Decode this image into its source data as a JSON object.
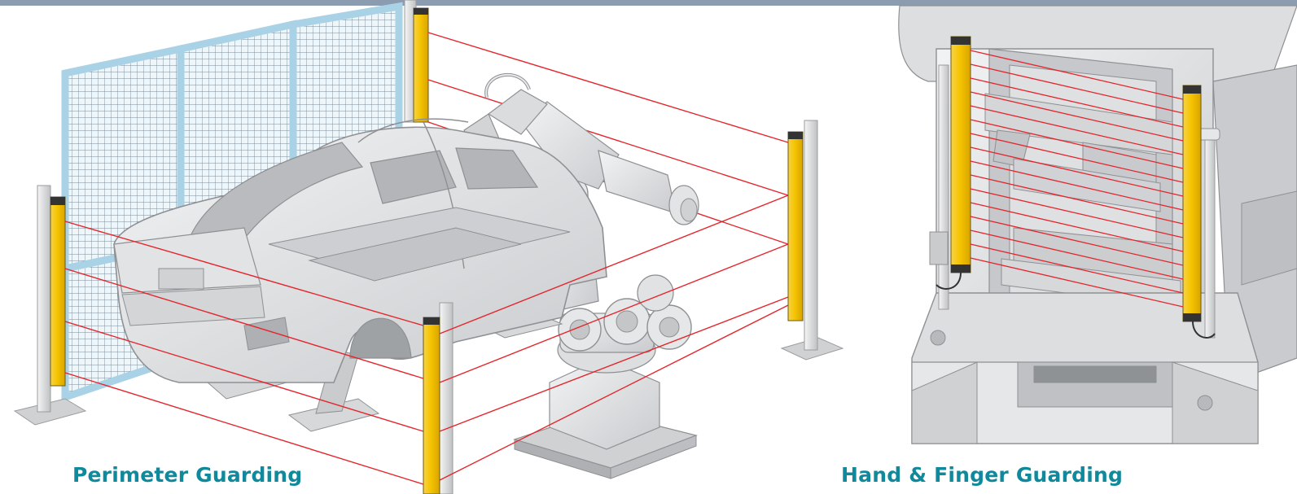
{
  "captions": {
    "left": "Perimeter Guarding",
    "right": "Hand & Finger Guarding"
  },
  "colors": {
    "caption_text": "#0f8a9c",
    "top_bar": "#8c9cb0",
    "beam": "#e4262c",
    "sensor_yellow": "#f5c400",
    "fence_frame": "#a9d2e6",
    "machine_gray": "#d8dadc"
  },
  "icons": {
    "left_scene": "robot-cell-illustration",
    "right_scene": "press-machine-illustration"
  }
}
